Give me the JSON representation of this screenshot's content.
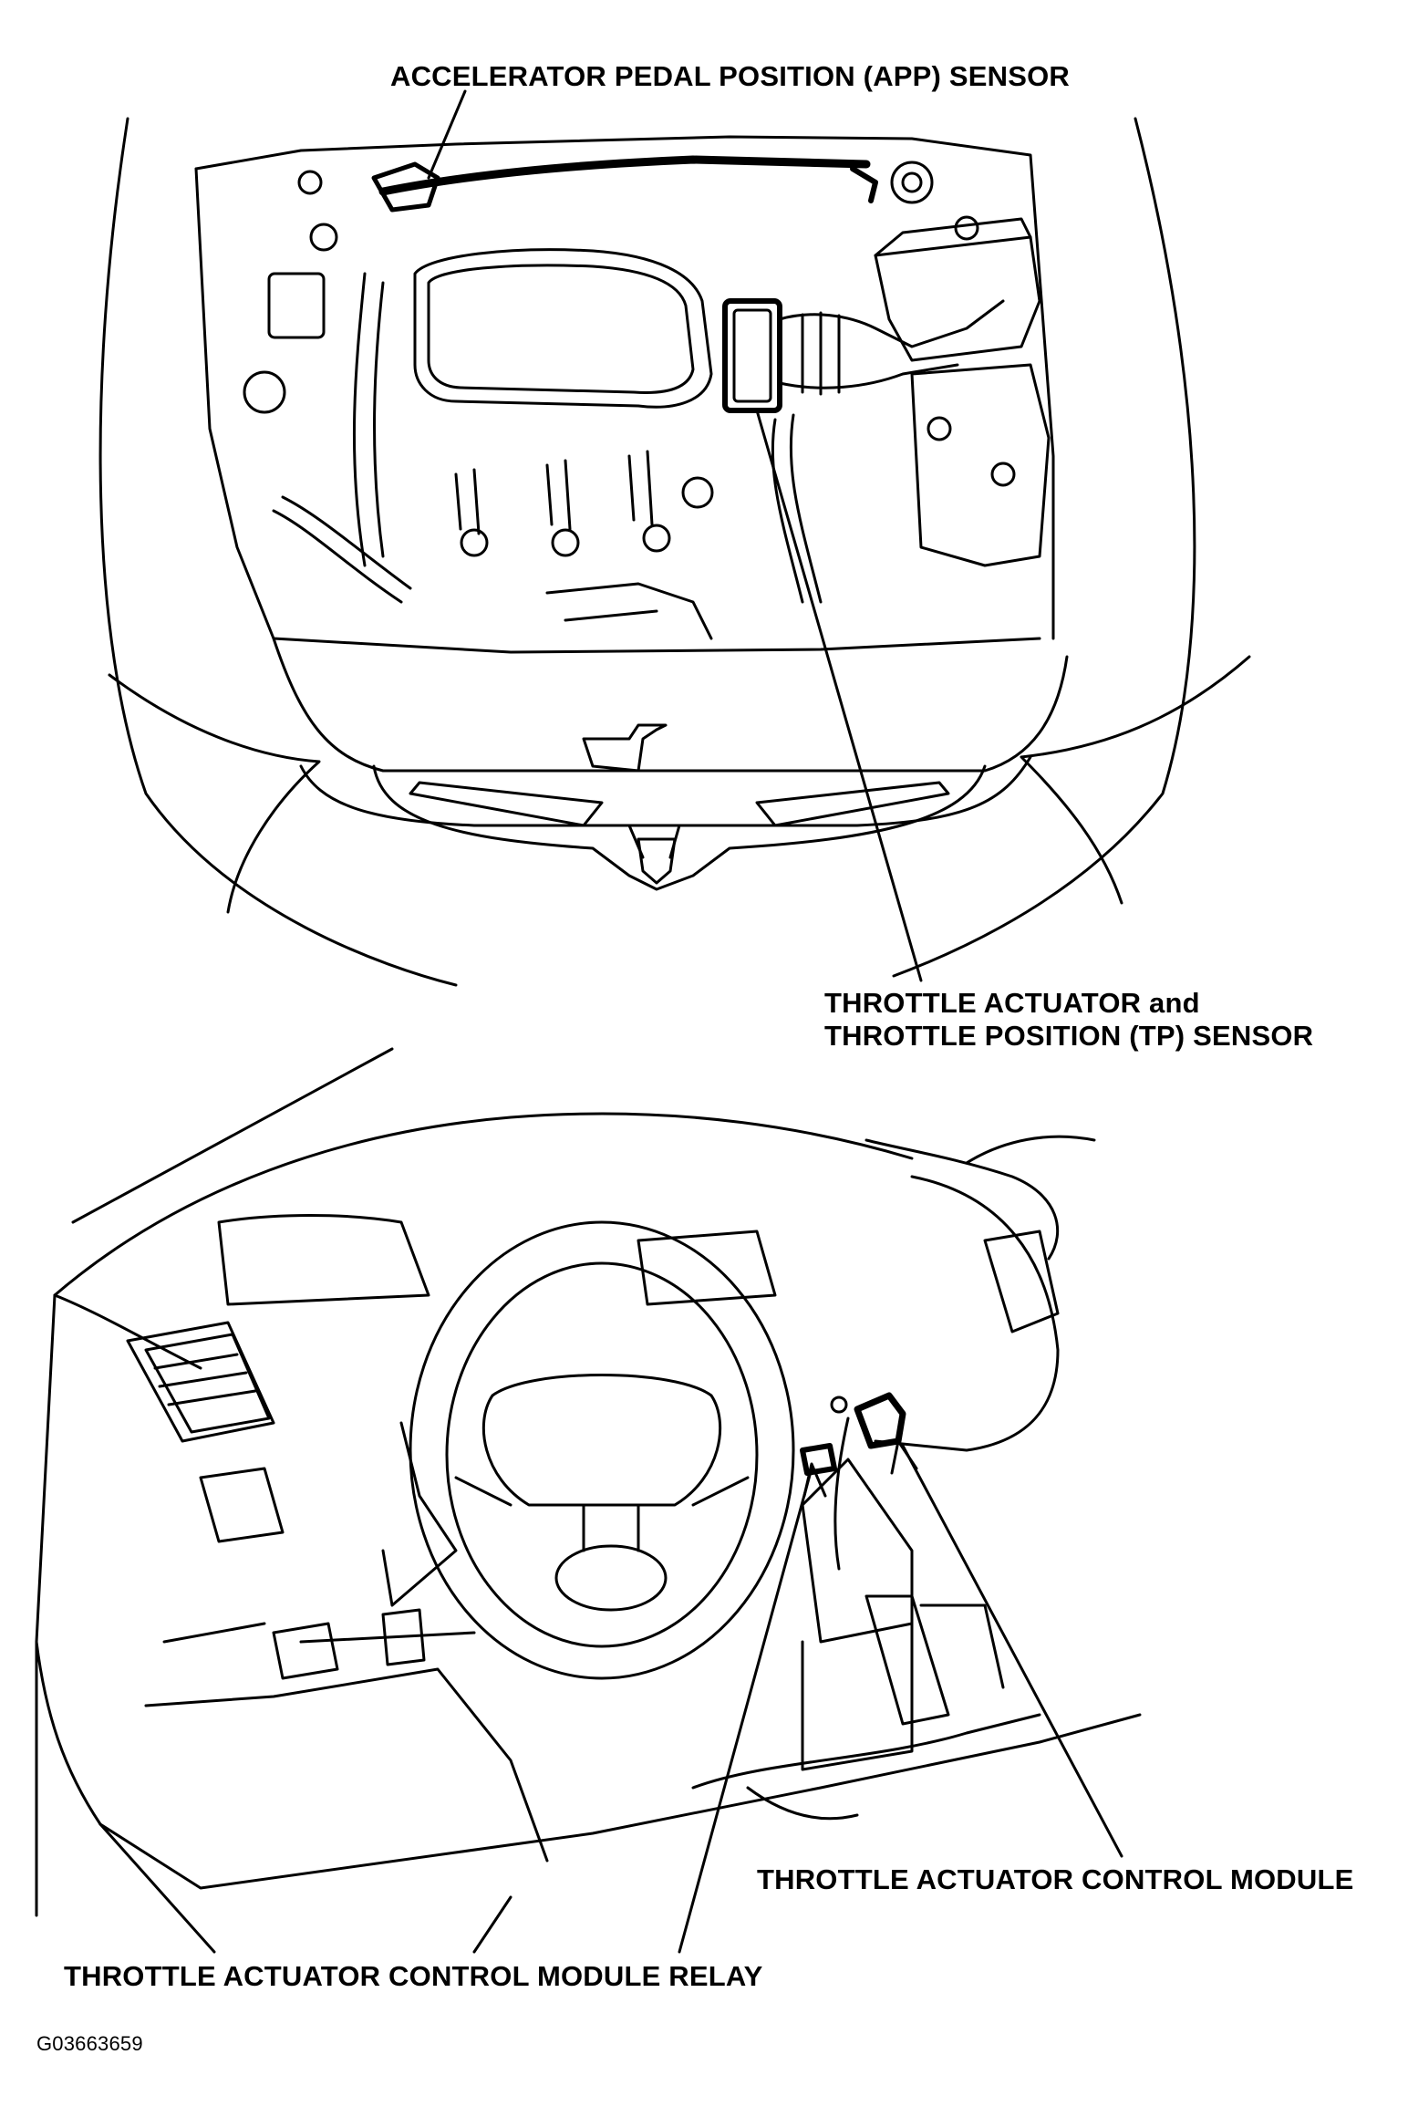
{
  "labels": {
    "app_sensor": "ACCELERATOR PEDAL POSITION (APP) SENSOR",
    "tp_sensor_line1": "THROTTLE ACTUATOR and",
    "tp_sensor_line2": "THROTTLE POSITION (TP) SENSOR",
    "control_module": "THROTTLE ACTUATOR CONTROL MODULE",
    "control_module_relay": "THROTTLE ACTUATOR CONTROL MODULE RELAY"
  },
  "figure_code": "G03663659",
  "colors": {
    "ink": "#000000",
    "paper": "#ffffff"
  }
}
